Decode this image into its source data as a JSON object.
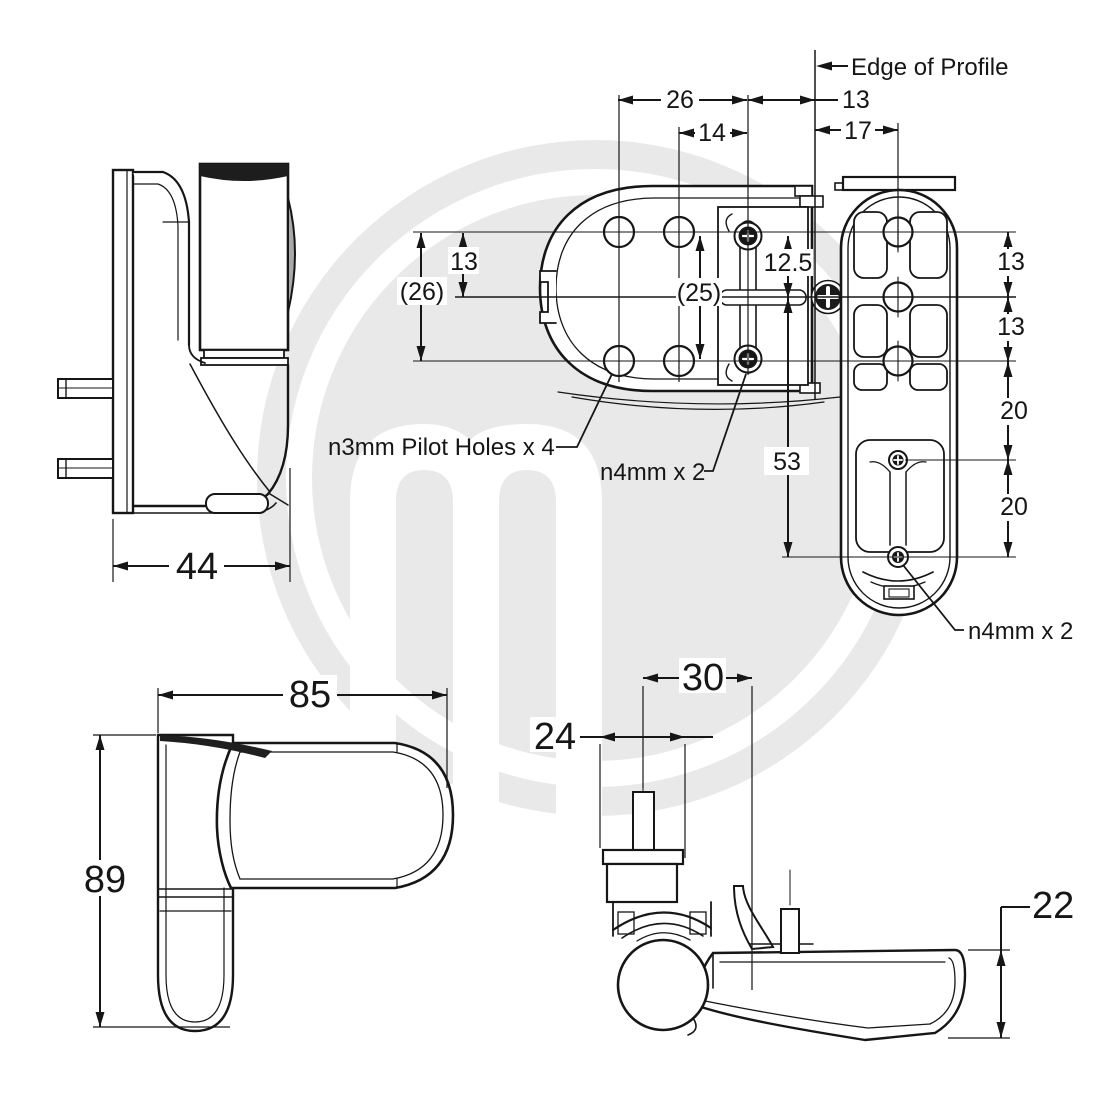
{
  "meta": {
    "type": "technical-drawing",
    "subject": "3D door hinge dimensional drawing with four orthographic views"
  },
  "colors": {
    "line": "#161616",
    "watermark": "#e9e9e9",
    "background": "#ffffff"
  },
  "annotations": {
    "edge_of_profile": "Edge of Profile",
    "pilot_holes": "n3mm Pilot Holes x 4",
    "n4_top": "n4mm x 2",
    "n4_bottom": "n4mm x 2"
  },
  "dimensions": {
    "plan_top": {
      "hole_spacing": "26",
      "inner_spacing": "14",
      "edge_offset": "13",
      "frame_offset": "17"
    },
    "plan_left": {
      "row_half": "13",
      "overall": "(26)"
    },
    "plan_mid": {
      "fixing_spacing": "(25)",
      "half_spacing": "12.5",
      "lower_span": "53"
    },
    "flag_right": {
      "s1": "13",
      "s2": "13",
      "s3": "20",
      "s4": "20"
    },
    "side": {
      "depth": "44"
    },
    "front": {
      "width": "85",
      "height": "89"
    },
    "end": {
      "pin_spacing": "30",
      "flag_width": "24",
      "sash_height": "22"
    }
  }
}
